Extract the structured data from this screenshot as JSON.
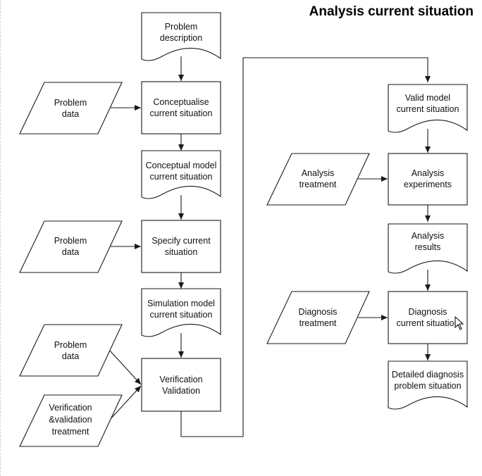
{
  "title": "Analysis current situation",
  "nodes": {
    "problem_description": [
      "Problem",
      "description"
    ],
    "problem_data_1": [
      "Problem",
      "data"
    ],
    "conceptualise": [
      "Conceptualise",
      "current situation"
    ],
    "conceptual_model": [
      "Conceptual model",
      "current situation"
    ],
    "problem_data_2": [
      "Problem",
      "data"
    ],
    "specify": [
      "Specify current",
      "situation"
    ],
    "simulation_model": [
      "Simulation model",
      "current situation"
    ],
    "problem_data_3": [
      "Problem",
      "data"
    ],
    "verification_treatment": [
      "Verification",
      "&validation",
      "treatment"
    ],
    "verification_validation": [
      "Verification",
      "Validation"
    ],
    "valid_model": [
      "Valid model",
      "current situation"
    ],
    "analysis_treatment": [
      "Analysis",
      "treatment"
    ],
    "analysis_experiments": [
      "Analysis",
      "experiments"
    ],
    "analysis_results": [
      "Analysis",
      "results"
    ],
    "diagnosis_treatment": [
      "Diagnosis",
      "treatment"
    ],
    "diagnosis_current": [
      "Diagnosis",
      "current situation"
    ],
    "detailed_diagnosis": [
      "Detailed diagnosis",
      "problem situation"
    ]
  },
  "icons": {
    "cursor": "mouse-pointer-icon"
  }
}
